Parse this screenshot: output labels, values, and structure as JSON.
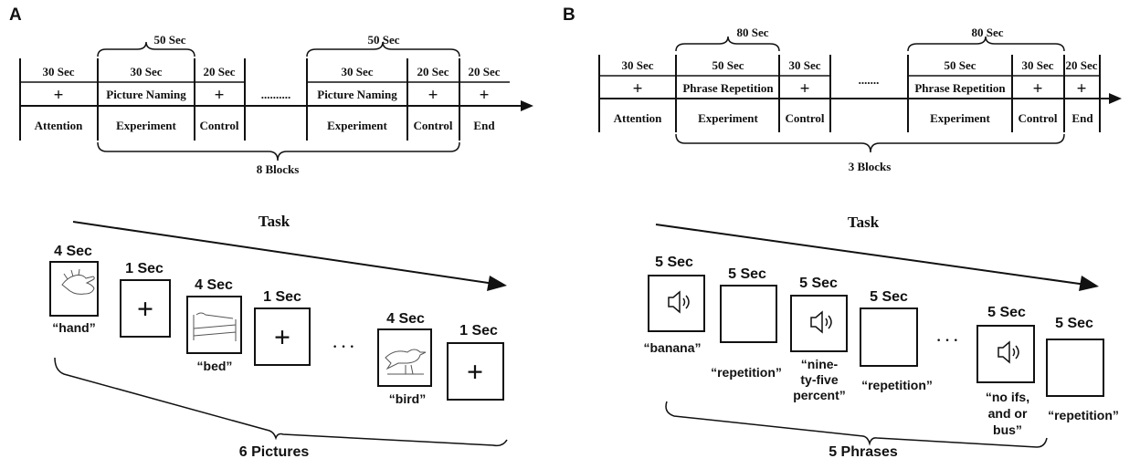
{
  "panel_a": {
    "label": "A",
    "timeline": {
      "group_duration_1": "50 Sec",
      "group_duration_2": "50 Sec",
      "segments": [
        {
          "duration": "30 Sec",
          "stimulus": "+",
          "phase": "Attention"
        },
        {
          "duration": "30 Sec",
          "stimulus": "Picture Naming",
          "phase": "Experiment"
        },
        {
          "duration": "20 Sec",
          "stimulus": "+",
          "phase": "Control"
        },
        {
          "duration": "30 Sec",
          "stimulus": "Picture Naming",
          "phase": "Experiment"
        },
        {
          "duration": "20 Sec",
          "stimulus": "+",
          "phase": "Control"
        },
        {
          "duration": "20 Sec",
          "stimulus": "+",
          "phase": "End"
        }
      ],
      "ellipsis": "..........",
      "blocks_label": "8 Blocks"
    },
    "task": {
      "title": "Task",
      "trials": [
        {
          "duration": "4 Sec",
          "kind": "picture",
          "icon": "hand-picture",
          "caption": "“hand”"
        },
        {
          "duration": "1 Sec",
          "kind": "fixation",
          "symbol": "+"
        },
        {
          "duration": "4 Sec",
          "kind": "picture",
          "icon": "bed-picture",
          "caption": "“bed”"
        },
        {
          "duration": "1 Sec",
          "kind": "fixation",
          "symbol": "+"
        },
        {
          "duration": "4 Sec",
          "kind": "picture",
          "icon": "bird-picture",
          "caption": "“bird”"
        },
        {
          "duration": "1 Sec",
          "kind": "fixation",
          "symbol": "+"
        }
      ],
      "ellipsis": "· · ·",
      "count_label": "6 Pictures"
    }
  },
  "panel_b": {
    "label": "B",
    "timeline": {
      "group_duration_1": "80 Sec",
      "group_duration_2": "80 Sec",
      "segments": [
        {
          "duration": "30 Sec",
          "stimulus": "+",
          "phase": "Attention"
        },
        {
          "duration": "50 Sec",
          "stimulus": "Phrase Repetition",
          "phase": "Experiment"
        },
        {
          "duration": "30 Sec",
          "stimulus": "+",
          "phase": "Control"
        },
        {
          "duration": "50 Sec",
          "stimulus": "Phrase Repetition",
          "phase": "Experiment"
        },
        {
          "duration": "30 Sec",
          "stimulus": "+",
          "phase": "Control"
        },
        {
          "duration": "20 Sec",
          "stimulus": "+",
          "phase": "End"
        }
      ],
      "ellipsis": ".......",
      "blocks_label": "3 Blocks"
    },
    "task": {
      "title": "Task",
      "trials": [
        {
          "duration": "5 Sec",
          "kind": "audio",
          "icon": "speaker-icon",
          "caption": "“banana”"
        },
        {
          "duration": "5 Sec",
          "kind": "blank",
          "caption": "“repetition”"
        },
        {
          "duration": "5 Sec",
          "kind": "audio",
          "icon": "speaker-icon",
          "caption_lines": [
            "“nine-",
            "ty-five",
            "percent”"
          ]
        },
        {
          "duration": "5 Sec",
          "kind": "blank",
          "caption": "“repetition”"
        },
        {
          "duration": "5 Sec",
          "kind": "audio",
          "icon": "speaker-icon",
          "caption_lines": [
            "“no ifs,",
            "and or",
            "bus”"
          ]
        },
        {
          "duration": "5 Sec",
          "kind": "blank",
          "caption": "“repetition”"
        }
      ],
      "ellipsis": "· · ·",
      "count_label": "5 Phrases"
    }
  }
}
